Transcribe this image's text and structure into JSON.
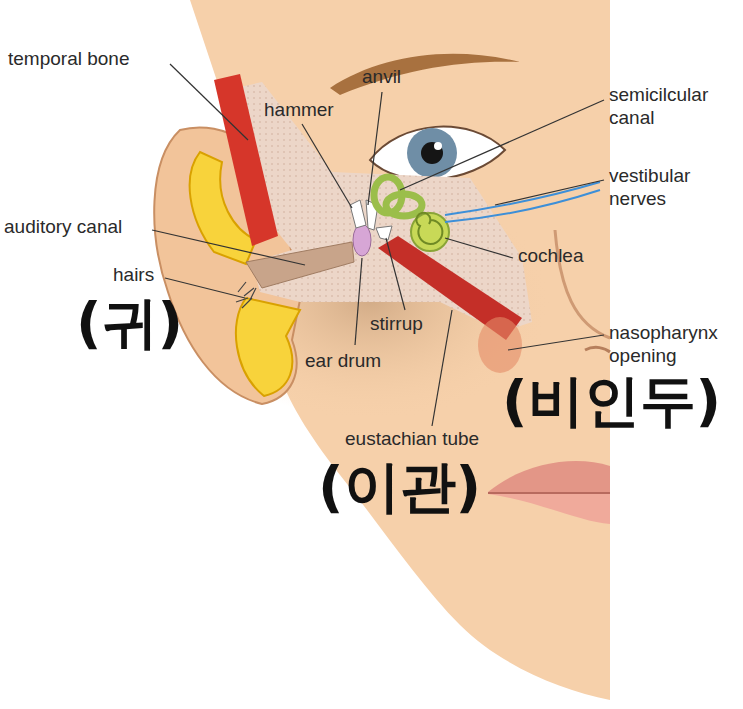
{
  "diagram": {
    "labels": [
      "temporal bone",
      "anvil",
      "hammer",
      "semicilcular canal",
      "vestibular nerves",
      "auditory canal",
      "cochlea",
      "hairs",
      "(귀)",
      "stirrup",
      "ear drum",
      "nasopharynx opening",
      "(비인두)",
      "eustachian tube",
      "(이관)"
    ]
  }
}
